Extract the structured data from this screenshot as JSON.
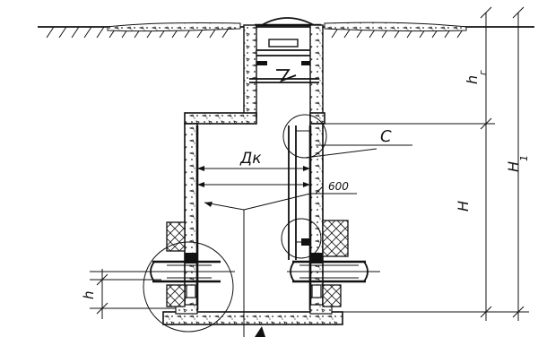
{
  "labels": {
    "diameter": "Дк",
    "detail": "С",
    "ladder_width": "600",
    "height": "H",
    "total_height": "H",
    "total_height_sub": "1",
    "neck_height": "h",
    "neck_height_sub": "г",
    "pipe_height": "h"
  },
  "colors": {
    "ink": "#111111",
    "paper": "#ffffff"
  }
}
